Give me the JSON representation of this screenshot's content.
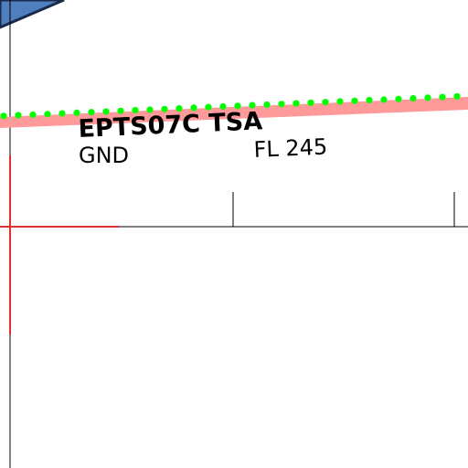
{
  "map": {
    "airspace": {
      "name": "EPTS07C TSA",
      "lower_limit": "GND",
      "upper_limit": "FL 245",
      "boundary_color": "#00ff00",
      "shading_color": "#ff9a9a"
    },
    "colors": {
      "background": "#ffffff",
      "line": "#000000",
      "crosshair": "#e03030",
      "corner_fill": "#4f7fbf"
    }
  }
}
